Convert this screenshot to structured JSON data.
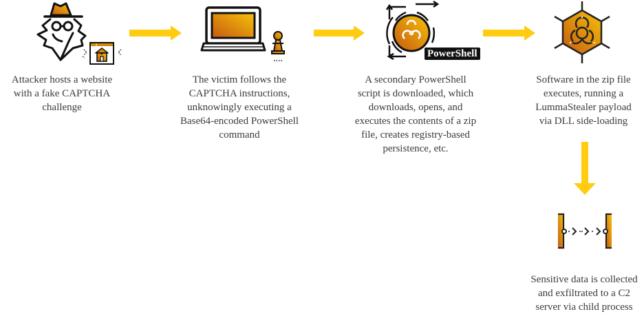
{
  "diagram": {
    "title": "",
    "accent_color": "#FFCC11",
    "icon_gradient": [
      "#F7C20A",
      "#C55A11"
    ],
    "steps": [
      {
        "id": 1,
        "icon": "attacker-spy-icon",
        "caption": "Attacker hosts a website with a fake CAPTCHA challenge",
        "lines": [
          "Attacker hosts a website",
          "with a fake CAPTCHA",
          "challenge"
        ]
      },
      {
        "id": 2,
        "icon": "laptop-pawn-icon",
        "caption": "The victim follows the CAPTCHA instructions, unknowingly executing a Base64-encoded PowerShell command",
        "lines": [
          "The victim follows the",
          "CAPTCHA instructions,",
          "unknowingly executing a",
          "Base64-encoded PowerShell",
          "command"
        ]
      },
      {
        "id": 3,
        "icon": "powershell-biohazard-icon",
        "badge": "PowerShell",
        "caption": "A secondary PowerShell script is downloaded, which downloads, opens, and executes the contents of a zip file, creates registry-based persistence, etc.",
        "lines": [
          "A secondary PowerShell",
          "script is downloaded, which",
          "downloads, opens, and",
          "executes the contents of a zip",
          "file, creates registry-based",
          "persistence, etc."
        ]
      },
      {
        "id": 4,
        "icon": "biohazard-hexagon-icon",
        "caption": "Software in the zip file executes, running a LummaStealer payload via DLL side-loading",
        "lines": [
          "Software in the zip file",
          "executes, running a",
          "LummaStealer payload",
          "via DLL side-loading"
        ]
      },
      {
        "id": 5,
        "icon": "data-transfer-icon",
        "caption": "Sensitive data is collected and exfiltrated to a C2 server via child process",
        "lines": [
          "Sensitive data is collected",
          "and exfiltrated to a C2",
          "server via child process"
        ]
      }
    ],
    "arrows": [
      {
        "from": 1,
        "to": 2,
        "direction": "right"
      },
      {
        "from": 2,
        "to": 3,
        "direction": "right"
      },
      {
        "from": 3,
        "to": 4,
        "direction": "right"
      },
      {
        "from": 4,
        "to": 5,
        "direction": "down"
      }
    ]
  }
}
